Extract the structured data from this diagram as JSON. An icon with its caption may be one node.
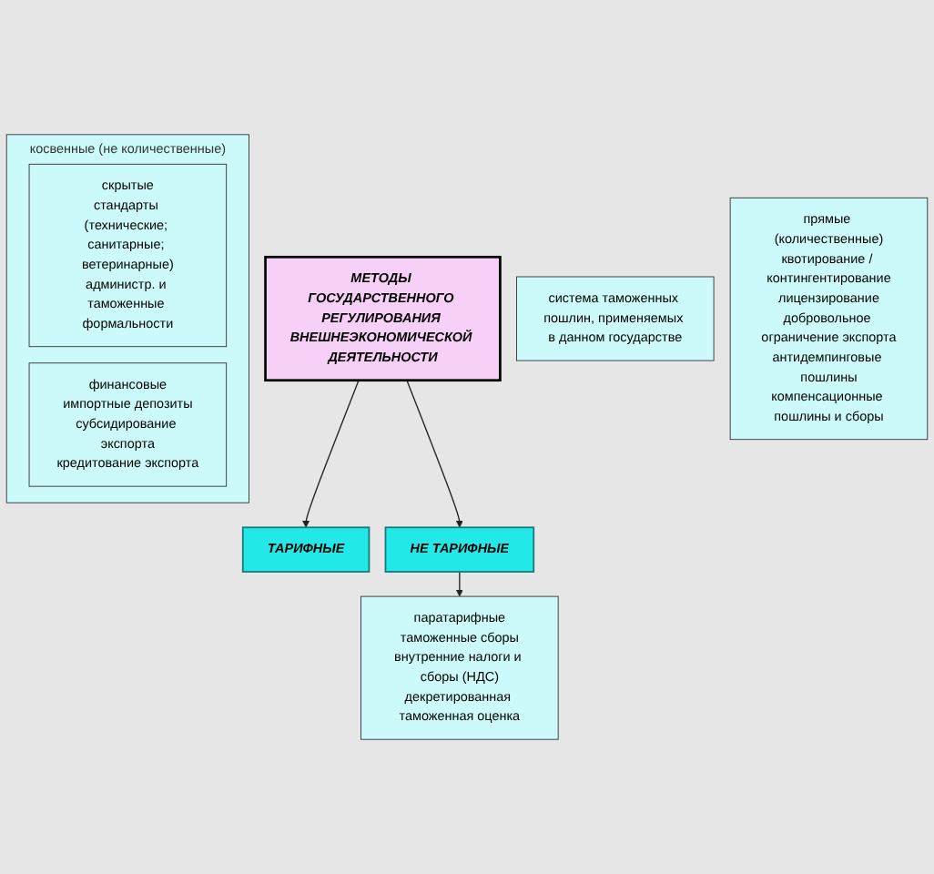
{
  "diagram": {
    "nodes": [
      {
        "text": [
          "МЕТОДЫ ГОСУДАРСТВЕННОГО РЕГУЛИРОВАНИЯ ВНЕШНЕЭКОНОМИЧЕСКОЙ ДЕЯТЕЛЬНОСТИ"
        ]
      },
      {
        "text": [
          "ТАРИФНЫЕ"
        ]
      },
      {
        "text": [
          "НЕ ТАРИФНЫЕ"
        ]
      },
      {
        "text": [
          "система таможенных пошлин, применяемых в данном государстве"
        ]
      },
      {
        "text": [
          "прямые (количественные)",
          "квотирование / контингентирование",
          "лицензирование",
          "добровольное ограничение экспорта",
          "антидемпинговые пошлины",
          "компенсационные пошлины и сборы"
        ]
      },
      {
        "text": [
          "косвенные (не количественные)"
        ]
      },
      {
        "text": [
          "скрытые",
          "стандарты (технические; санитарные; ветеринарные)",
          "администр. и таможенные формальности"
        ],
        "in": 5
      },
      {
        "text": [
          "финансовые",
          "импортные депозиты",
          "субсидирование экспорта",
          "кредитование экспорта"
        ],
        "in": 5
      },
      {
        "text": [
          "паратарифные",
          "таможенные сборы",
          "внутренние налоги и сборы (НДС)",
          "декретированная таможенная оценка"
        ]
      }
    ],
    "edges": [
      {
        "from": 0,
        "to": 1,
        "arrow": "to"
      },
      {
        "from": 0,
        "to": 2,
        "arrow": "to"
      },
      {
        "from": 2,
        "to": 8,
        "arrow": "to"
      }
    ]
  }
}
